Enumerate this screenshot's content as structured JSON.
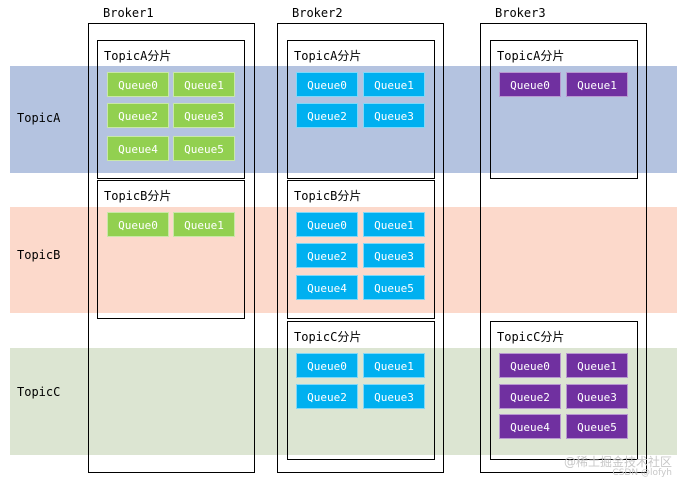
{
  "bands": {
    "topic_a": "TopicA",
    "topic_b": "TopicB",
    "topic_c": "TopicC"
  },
  "brokers": [
    {
      "name": "Broker1",
      "shard_a": {
        "title": "TopicA分片",
        "queues": [
          "Queue0",
          "Queue1",
          "Queue2",
          "Queue3",
          "Queue4",
          "Queue5"
        ]
      },
      "shard_b": {
        "title": "TopicB分片",
        "queues": [
          "Queue0",
          "Queue1"
        ]
      }
    },
    {
      "name": "Broker2",
      "shard_a": {
        "title": "TopicA分片",
        "queues": [
          "Queue0",
          "Queue1",
          "Queue2",
          "Queue3"
        ]
      },
      "shard_b": {
        "title": "TopicB分片",
        "queues": [
          "Queue0",
          "Queue1",
          "Queue2",
          "Queue3",
          "Queue4",
          "Queue5"
        ]
      },
      "shard_c": {
        "title": "TopicC分片",
        "queues": [
          "Queue0",
          "Queue1",
          "Queue2",
          "Queue3"
        ]
      }
    },
    {
      "name": "Broker3",
      "shard_a": {
        "title": "TopicA分片",
        "queues": [
          "Queue0",
          "Queue1"
        ]
      },
      "shard_c": {
        "title": "TopicC分片",
        "queues": [
          "Queue0",
          "Queue1",
          "Queue2",
          "Queue3",
          "Queue4",
          "Queue5"
        ]
      }
    }
  ],
  "colors": {
    "topic_a_band": "#b4c3e0",
    "topic_b_band": "#fcd9cb",
    "topic_c_band": "#dce5d2",
    "broker1_queue": "#92d050",
    "broker2_queue": "#00b0f0",
    "broker3_queue": "#7030a0"
  },
  "watermark": "@稀土掘金技术社区",
  "credit": "CSDN @lofyh"
}
